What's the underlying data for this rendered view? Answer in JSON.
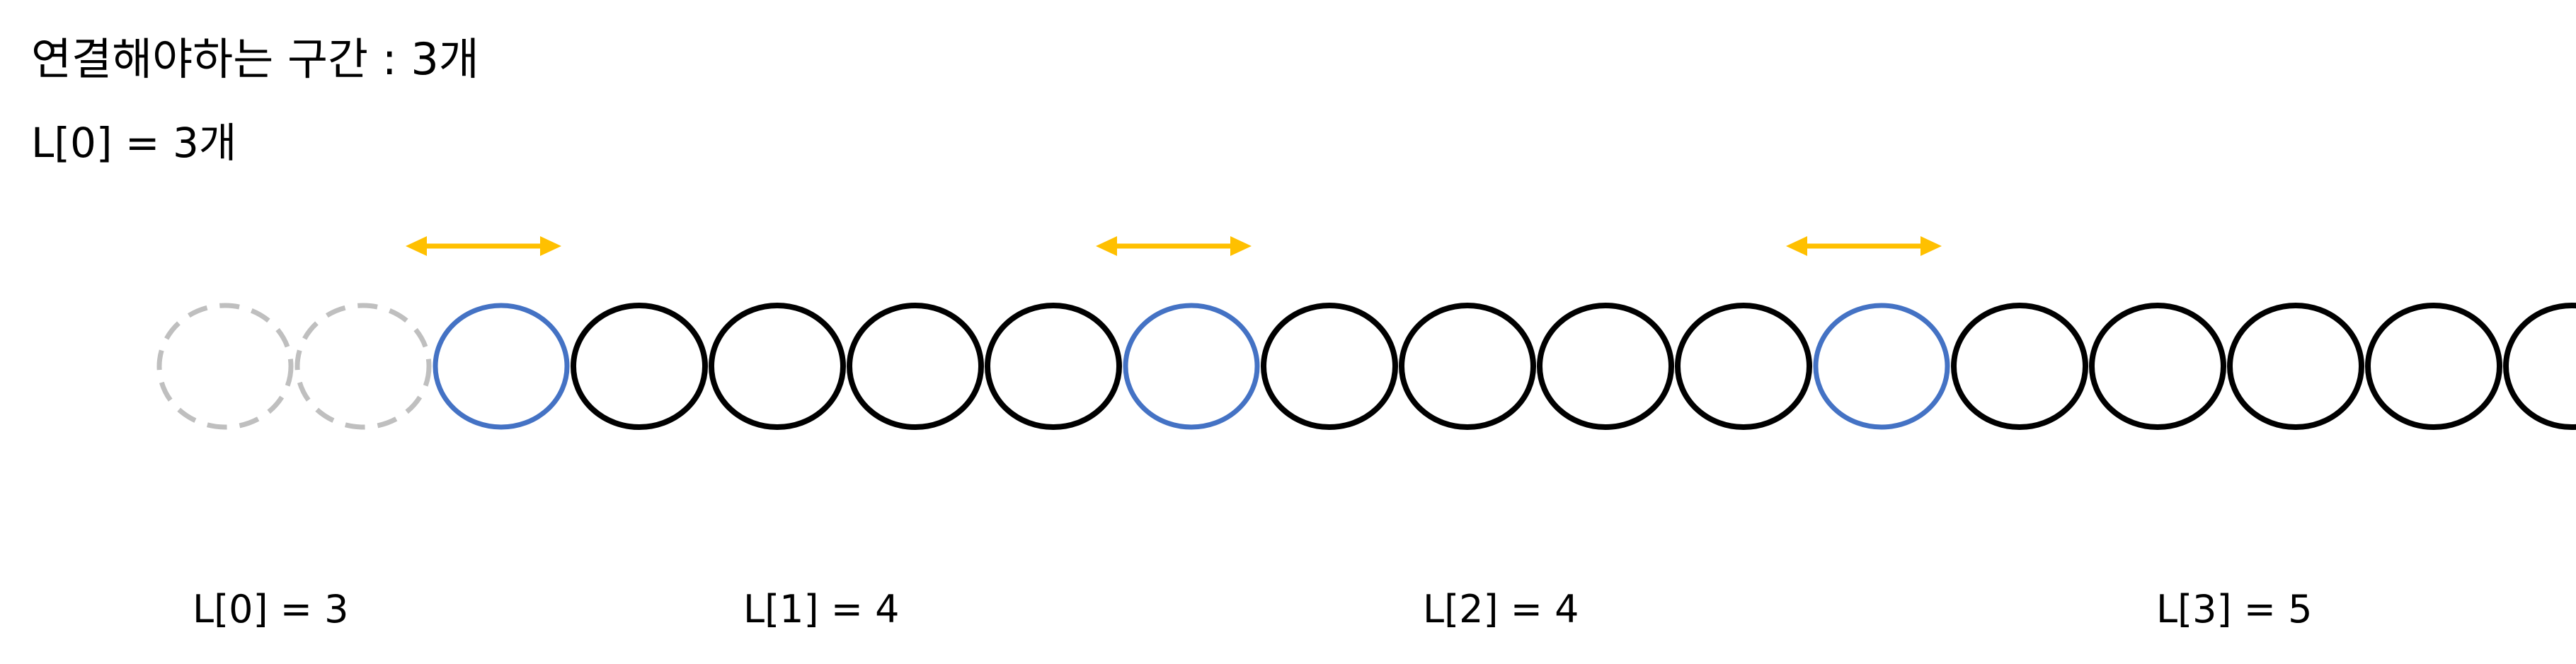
{
  "heading": "연결해야하는 구간 : 3개",
  "subheading": "L[0] = 3개",
  "segments": [
    {
      "label": "L[0] = 3",
      "value": 3
    },
    {
      "label": "L[1] = 4",
      "value": 4
    },
    {
      "label": "L[2] = 4",
      "value": 4
    },
    {
      "label": "L[3] = 5",
      "value": 5
    }
  ],
  "colors": {
    "ring": "#000000",
    "link": "#4472C4",
    "removed": "#BFBFBF",
    "arrow": "#FFC000"
  }
}
